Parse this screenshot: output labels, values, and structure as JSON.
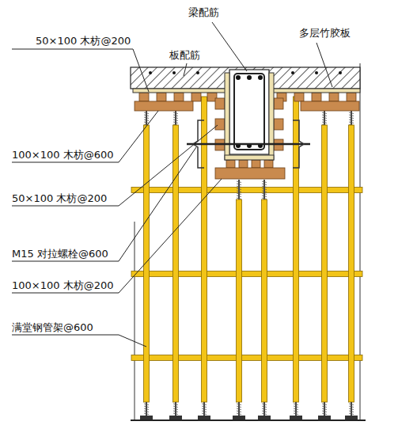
{
  "diagram": {
    "labels": [
      "梁配筋",
      "多层竹胶板",
      "50×100 木枋@200",
      "板配筋",
      "100×100 木枋@600",
      "50×100 木枋@200",
      "M15 对拉螺栓@600",
      "100×100 木枋@200",
      "满堂钢管架@600"
    ]
  }
}
